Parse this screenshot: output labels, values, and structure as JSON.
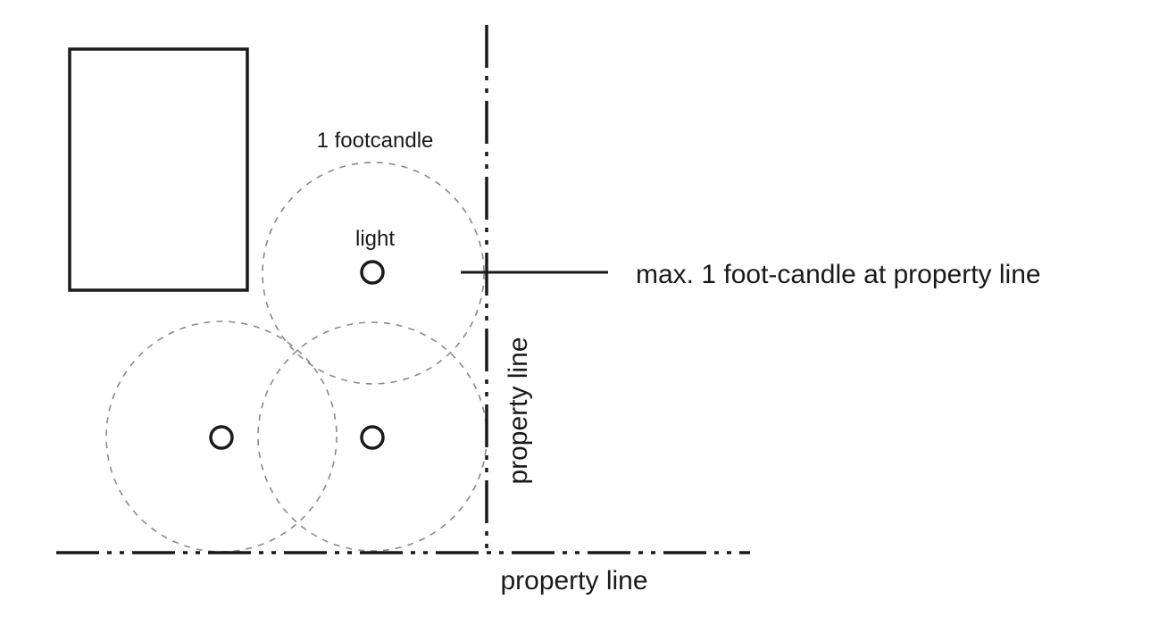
{
  "diagram": {
    "footcandle_label": "1 footcandle",
    "light_label": "light",
    "max_label": "max. 1 foot-candle at property line",
    "property_line_vertical_label": "property line",
    "property_line_horizontal_label": "property line"
  },
  "colors": {
    "line": "#1a1a1a",
    "dashed_circle": "#8a8a8a",
    "background": "#ffffff"
  }
}
